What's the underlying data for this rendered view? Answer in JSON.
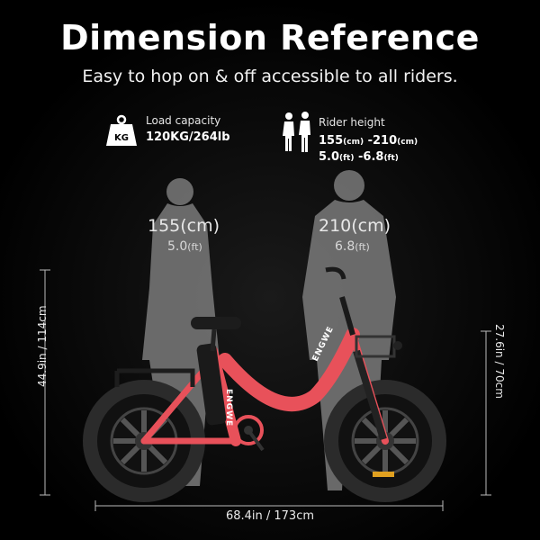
{
  "header": {
    "title": "Dimension Reference",
    "subtitle": "Easy to hop on & off accessible to all riders."
  },
  "specs": {
    "load_icon_text": "KG",
    "load_label": "Load capacity",
    "load_value": "120KG/264lb",
    "rider_label": "Rider height",
    "rider_cm_min": "155",
    "rider_cm_unit_a": "(cm)",
    "rider_cm_max": " -210",
    "rider_cm_unit_b": "(cm)",
    "rider_ft_min": "5.0",
    "rider_ft_unit_a": "(ft)",
    "rider_ft_max": " -6.8",
    "rider_ft_unit_b": "(ft)"
  },
  "persons": {
    "short_cm": "155(cm)",
    "short_ft_num": "5.0",
    "short_ft_unit": "(ft)",
    "tall_cm": "210(cm)",
    "tall_ft_num": "6.8",
    "tall_ft_unit": "(ft)"
  },
  "bike": {
    "brand_text": "ENGWE",
    "frame_color": "#e8515a",
    "height_dim": "44.9in / 114cm",
    "wheel_dim": "27.6in / 70cm",
    "length_dim": "68.4in / 173cm"
  }
}
